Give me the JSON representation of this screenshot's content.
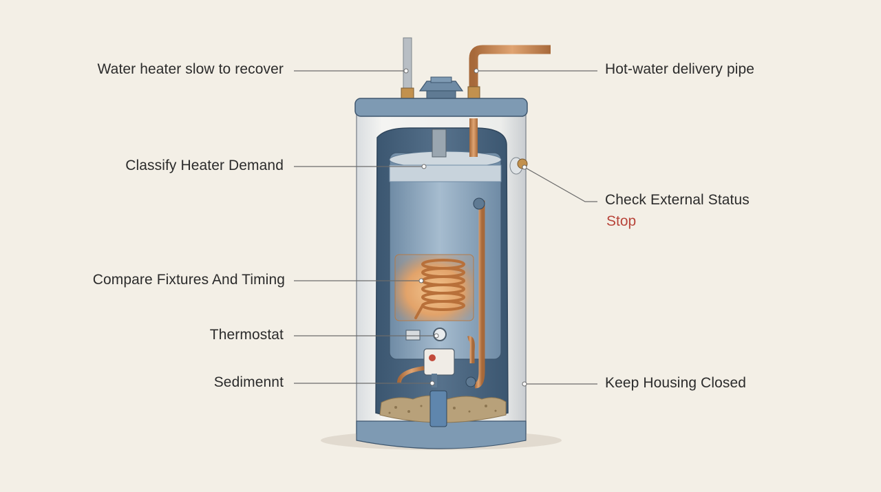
{
  "labels": {
    "left": [
      "Water heater slow to recover",
      "Classify Heater Demand",
      "Compare Fixtures And Timing",
      "Thermostat",
      "Sedimennt"
    ],
    "right": [
      "Hot-water delivery pipe",
      "Check External Status",
      "Keep Housing Closed"
    ],
    "status": "Stop"
  },
  "colors": {
    "background": "#f3efe6",
    "tank_blue": "#7e9ab3",
    "inner_dark": "#3f5a74",
    "copper": "#c98a55",
    "coil_glow": "#e7a96a",
    "label_text": "#2b2b2b",
    "status_red": "#b8453a",
    "leader_line": "#6b6b6b"
  }
}
